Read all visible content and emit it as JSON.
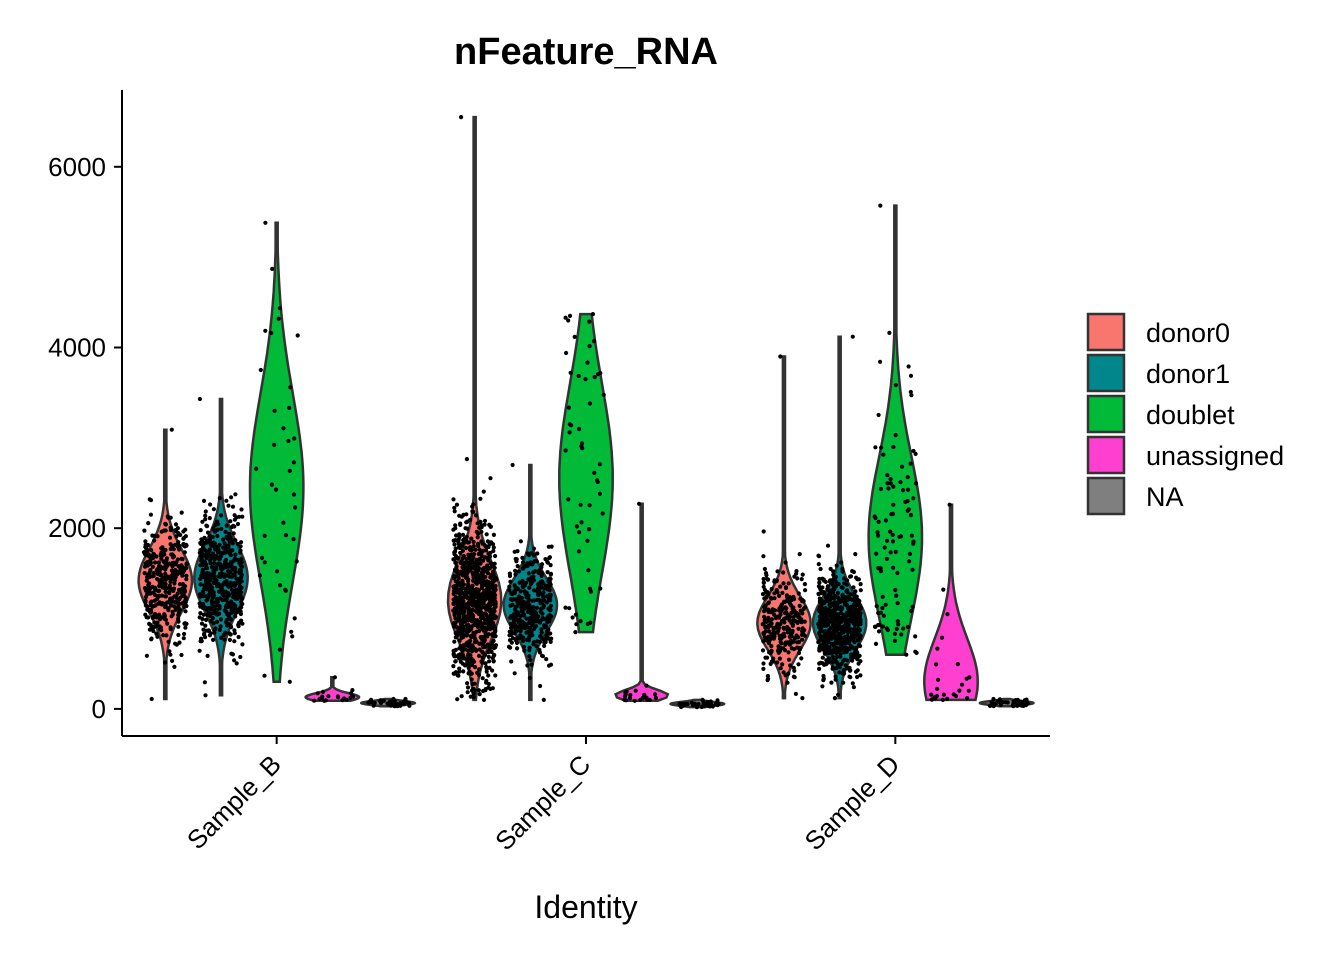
{
  "chart_data": {
    "type": "violin",
    "title": "nFeature_RNA",
    "xlabel": "Identity",
    "ylabel": "",
    "ylim": [
      -300,
      6850
    ],
    "yticks": [
      0,
      2000,
      4000,
      6000
    ],
    "categories": [
      "Sample_B",
      "Sample_C",
      "Sample_D"
    ],
    "legend": {
      "position": "right",
      "entries": [
        {
          "name": "donor0",
          "color": "#F8766D"
        },
        {
          "name": "donor1",
          "color": "#00868B"
        },
        {
          "name": "doublet",
          "color": "#00BA38"
        },
        {
          "name": "unassigned",
          "color": "#FF3FD0"
        },
        {
          "name": "NA",
          "color": "#7F7F7F"
        }
      ]
    },
    "series": [
      {
        "name": "donor0",
        "color": "#F8766D",
        "values": [
          {
            "category": "Sample_B",
            "min": 110,
            "q1": 1180,
            "median": 1420,
            "q3": 1650,
            "max": 3090,
            "n": 400
          },
          {
            "category": "Sample_C",
            "min": 100,
            "q1": 900,
            "median": 1200,
            "q3": 1500,
            "max": 6550,
            "n": 900
          },
          {
            "category": "Sample_D",
            "min": 120,
            "q1": 750,
            "median": 950,
            "q3": 1150,
            "max": 3900,
            "n": 300
          }
        ]
      },
      {
        "name": "donor1",
        "color": "#00868B",
        "values": [
          {
            "category": "Sample_B",
            "min": 150,
            "q1": 1200,
            "median": 1450,
            "q3": 1700,
            "max": 3430,
            "n": 500
          },
          {
            "category": "Sample_C",
            "min": 100,
            "q1": 950,
            "median": 1150,
            "q3": 1350,
            "max": 2700,
            "n": 350
          },
          {
            "category": "Sample_D",
            "min": 120,
            "q1": 750,
            "median": 950,
            "q3": 1150,
            "max": 4120,
            "n": 600
          }
        ]
      },
      {
        "name": "doublet",
        "color": "#00BA38",
        "values": [
          {
            "category": "Sample_B",
            "min": 300,
            "q1": 1900,
            "median": 2450,
            "q3": 3300,
            "max": 5380,
            "n": 40
          },
          {
            "category": "Sample_C",
            "min": 850,
            "q1": 1900,
            "median": 2550,
            "q3": 3300,
            "max": 4370,
            "n": 55
          },
          {
            "category": "Sample_D",
            "min": 600,
            "q1": 1500,
            "median": 1900,
            "q3": 2700,
            "max": 5570,
            "n": 100
          }
        ]
      },
      {
        "name": "unassigned",
        "color": "#FF3FD0",
        "values": [
          {
            "category": "Sample_B",
            "min": 90,
            "q1": 110,
            "median": 130,
            "q3": 170,
            "max": 350,
            "n": 20
          },
          {
            "category": "Sample_C",
            "min": 90,
            "q1": 120,
            "median": 150,
            "q3": 200,
            "max": 2270,
            "n": 20
          },
          {
            "category": "Sample_D",
            "min": 100,
            "q1": 150,
            "median": 300,
            "q3": 800,
            "max": 2260,
            "n": 25
          }
        ]
      },
      {
        "name": "NA",
        "color": "#7F7F7F",
        "values": [
          {
            "category": "Sample_B",
            "min": 30,
            "q1": 50,
            "median": 65,
            "q3": 80,
            "max": 110,
            "n": 40
          },
          {
            "category": "Sample_C",
            "min": 20,
            "q1": 40,
            "median": 55,
            "q3": 70,
            "max": 100,
            "n": 40
          },
          {
            "category": "Sample_D",
            "min": 30,
            "q1": 50,
            "median": 65,
            "q3": 80,
            "max": 110,
            "n": 40
          }
        ]
      }
    ],
    "grid": false,
    "points": "jittered black dots over each violin"
  }
}
